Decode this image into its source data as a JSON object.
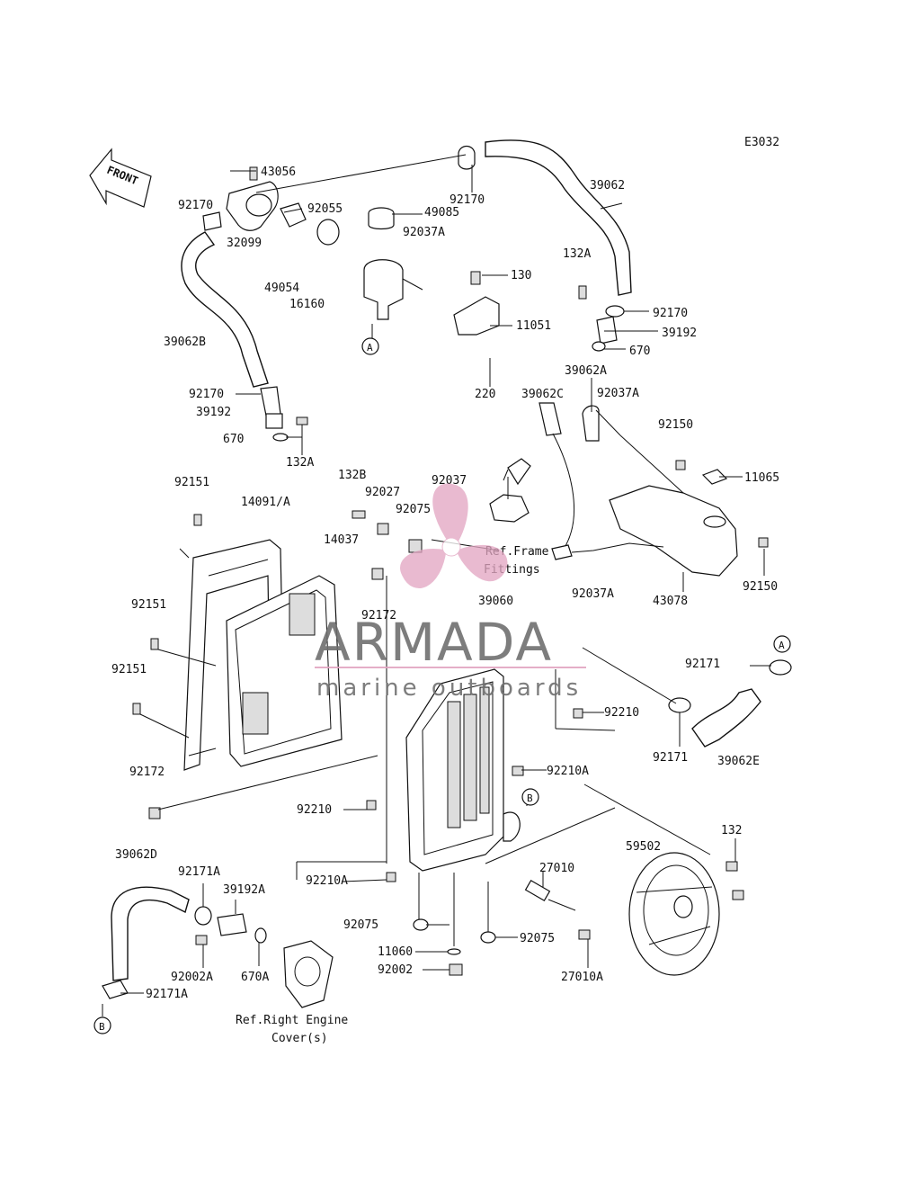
{
  "diagram_code": "E3032",
  "front_label": "FRONT",
  "ref_labels": {
    "frame_fittings_1": "Ref.Frame",
    "frame_fittings_2": "Fittings",
    "engine_cover_1": "Ref.Right Engine",
    "engine_cover_2": "Cover(s)"
  },
  "callouts": {
    "a_top": "A",
    "a_right": "A",
    "b_mid": "B",
    "b_left": "B"
  },
  "part_labels": [
    "43056",
    "92170",
    "92170",
    "92055",
    "39062",
    "49085",
    "92037A",
    "130",
    "32099",
    "49054",
    "16160",
    "132A",
    "11051",
    "92170",
    "39192",
    "670",
    "39062B",
    "220",
    "39062A",
    "92037A",
    "39062C",
    "92170",
    "39192",
    "670",
    "132A",
    "92150",
    "11065",
    "92151",
    "14091/A",
    "132B",
    "92027",
    "92037",
    "92075",
    "14037",
    "Ref.Frame",
    "92151",
    "92172",
    "39060",
    "92037A",
    "43078",
    "92150",
    "92151",
    "92210",
    "92171",
    "92171",
    "39062E",
    "92172",
    "92210A",
    "92210",
    "59502",
    "132",
    "39062D",
    "92171A",
    "39192A",
    "27010",
    "92210A",
    "92075",
    "92002A",
    "670A",
    "92075",
    "11060",
    "92002",
    "27010A",
    "92171A"
  ],
  "watermark": {
    "brand": "ARMADA",
    "tagline": "marine outboards",
    "accent_color": "#e2a6c2",
    "brand_color": "#6f6f6f"
  }
}
